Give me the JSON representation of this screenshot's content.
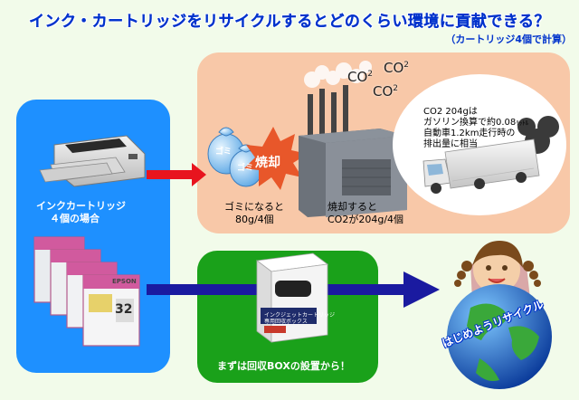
{
  "title": "インク・カートリッジをリサイクルするとどのくらい環境に貢献できる？",
  "subtitle": "（カートリッジ4個で計算）",
  "left_panel": {
    "label_line1": "インクカートリッジ",
    "label_line2": "４個の場合",
    "cartridge_brand": "EPSON",
    "cartridge_number": "32"
  },
  "incineration": {
    "gomi_label": "ゴミ",
    "burn_label": "焼却",
    "waste_line1": "ゴミになると",
    "waste_line2": "80g/4個",
    "burn_line1": "焼却すると",
    "burn_line2": "CO2が204g/4個",
    "co2_word": "CO",
    "co2_sub": "2",
    "note_line1": "CO2 204gは",
    "note_line2a": "ガソリン換算で約0.08",
    "note_line2b": "ﾘｯﾄﾙ",
    "note_line3": "自動車1.2km走行時の",
    "note_line4": "排出量に相当"
  },
  "recycle_panel": {
    "caption": "まずは回収BOXの設置から！",
    "box_label_line1": "インクジェットカートリッジ",
    "box_label_line2": "専用回収ボックス"
  },
  "mascot_caption": "はじめようリサイクル",
  "colors": {
    "title_blue": "#0033cc",
    "left_panel": "#1e90ff",
    "top_panel": "#f8c8a8",
    "bottom_panel": "#1aa11a",
    "red_arrow": "#e8141e",
    "blue_arrow": "#1a1aa0"
  }
}
